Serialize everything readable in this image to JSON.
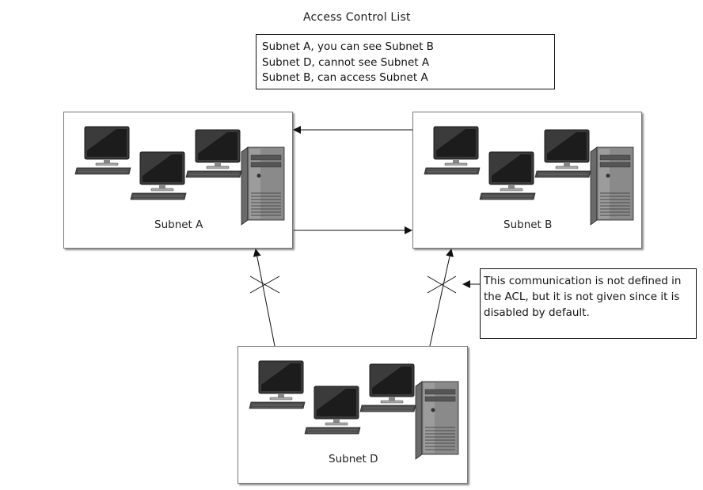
{
  "title": "Access Control List",
  "acl": {
    "rules": [
      "Subnet A, you can see Subnet B",
      "Subnet D, cannot see Subnet A",
      "Subnet B, can access Subnet A"
    ]
  },
  "note": "This communication is not defined in the ACL, but it is not given since it is disabled by default.",
  "subnets": [
    {
      "id": "a",
      "label": "Subnet A"
    },
    {
      "id": "b",
      "label": "Subnet B"
    },
    {
      "id": "d",
      "label": "Subnet D"
    }
  ],
  "connections": [
    {
      "from": "b",
      "to": "a",
      "allowed": true
    },
    {
      "from": "a",
      "to": "b",
      "allowed": true
    },
    {
      "from": "d",
      "to": "a",
      "allowed": false
    },
    {
      "from": "d",
      "to": "b",
      "allowed": false
    }
  ]
}
